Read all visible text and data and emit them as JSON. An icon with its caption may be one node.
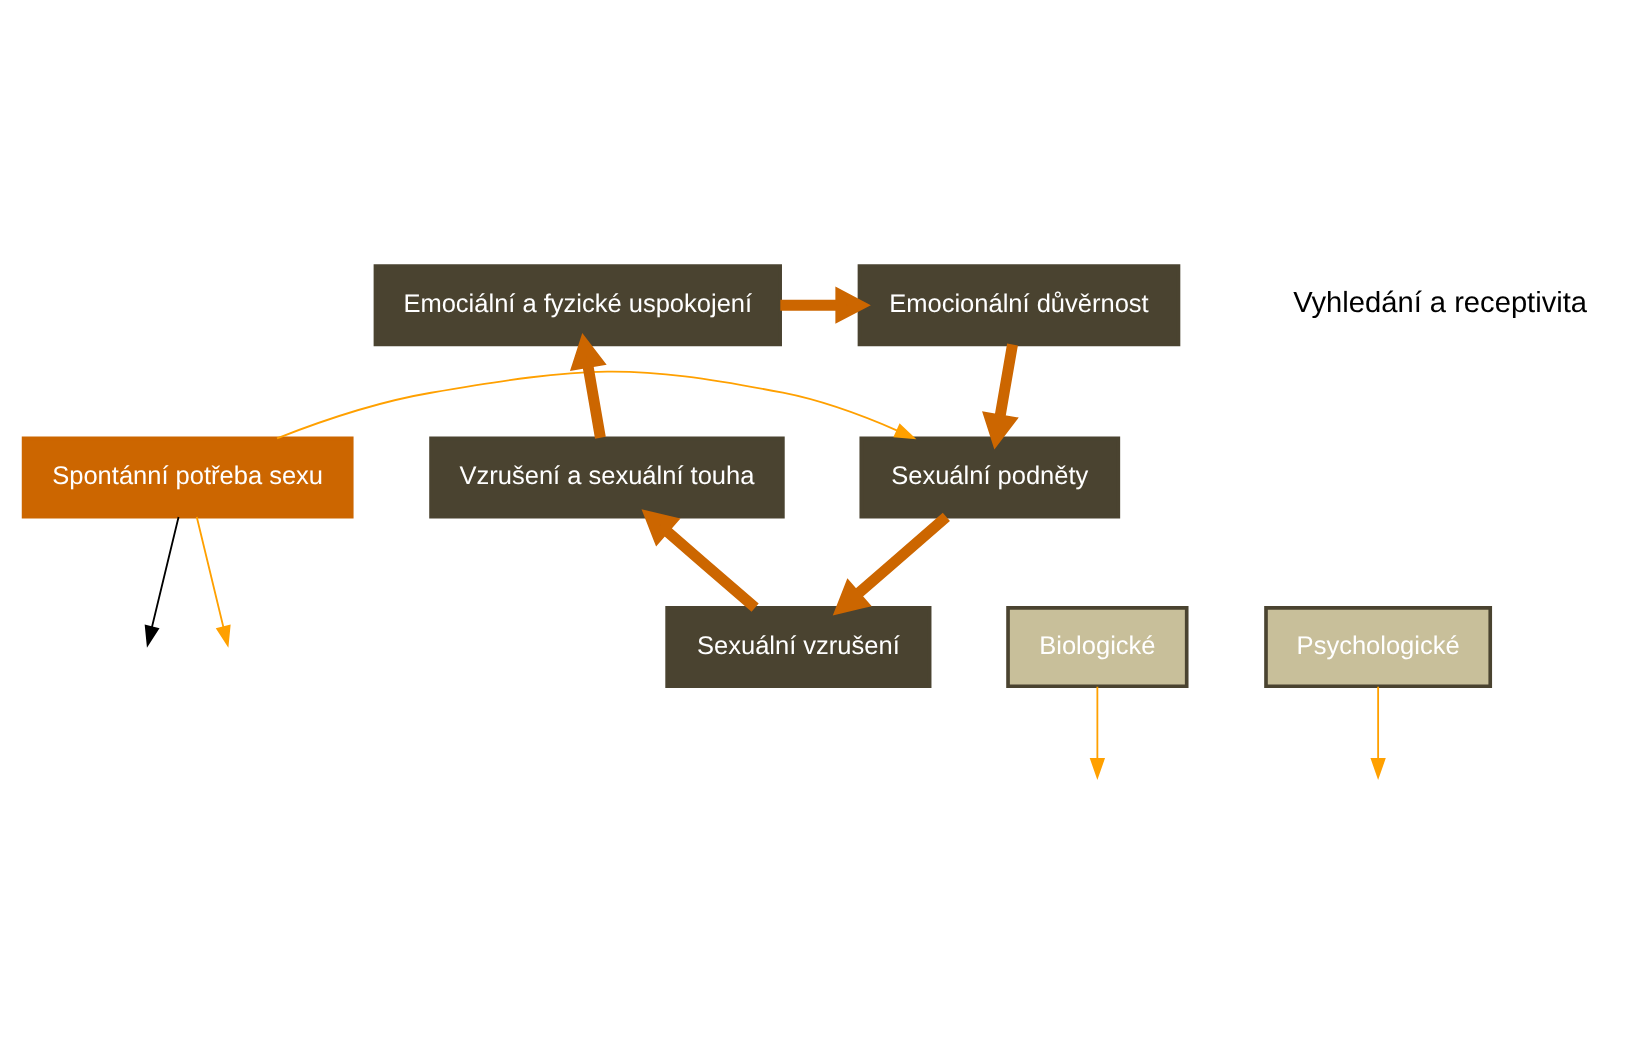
{
  "diagram": {
    "nodes": [
      {
        "text": [
          "Emocionální důvěrnost"
        ]
      },
      {
        "text": [
          "Emociální a fyzické uspokojení"
        ]
      },
      {
        "text": [
          "Spontánní potřeba sexu"
        ]
      },
      {
        "text": [
          "Sexuální podněty"
        ]
      },
      {
        "text": [
          "Vzrušení a sexuální touha"
        ]
      },
      {
        "text": [
          "Sexuální vzrušení"
        ]
      },
      {
        "text": [
          "Biologické"
        ]
      },
      {
        "text": [
          "Psychologické"
        ]
      }
    ],
    "edges": [
      {
        "from": 0,
        "to": 3,
        "arrow": "to",
        "style": "thick"
      },
      {
        "from": 3,
        "to": 5,
        "arrow": "to",
        "style": "thick"
      },
      {
        "from": 5,
        "to": 4,
        "arrow": "to",
        "style": "thick"
      },
      {
        "from": 4,
        "to": 1,
        "arrow": "to",
        "style": "thick"
      },
      {
        "from": 1,
        "to": 0,
        "arrow": "to",
        "style": "thick"
      },
      {
        "from": 2,
        "to": null,
        "arrow": "to",
        "color": "#000000"
      },
      {
        "from": 2,
        "to": 3,
        "arrow": "to",
        "color": "#ffa000"
      },
      {
        "from": 2,
        "to": null,
        "arrow": "to",
        "color": "#ffa000"
      },
      {
        "from": 6,
        "to": null,
        "arrow": "to",
        "color": "#ffa000"
      },
      {
        "from": 7,
        "to": null,
        "arrow": "to",
        "color": "#ffa000"
      }
    ],
    "labels": [
      "Vyhledání a receptivita"
    ]
  }
}
